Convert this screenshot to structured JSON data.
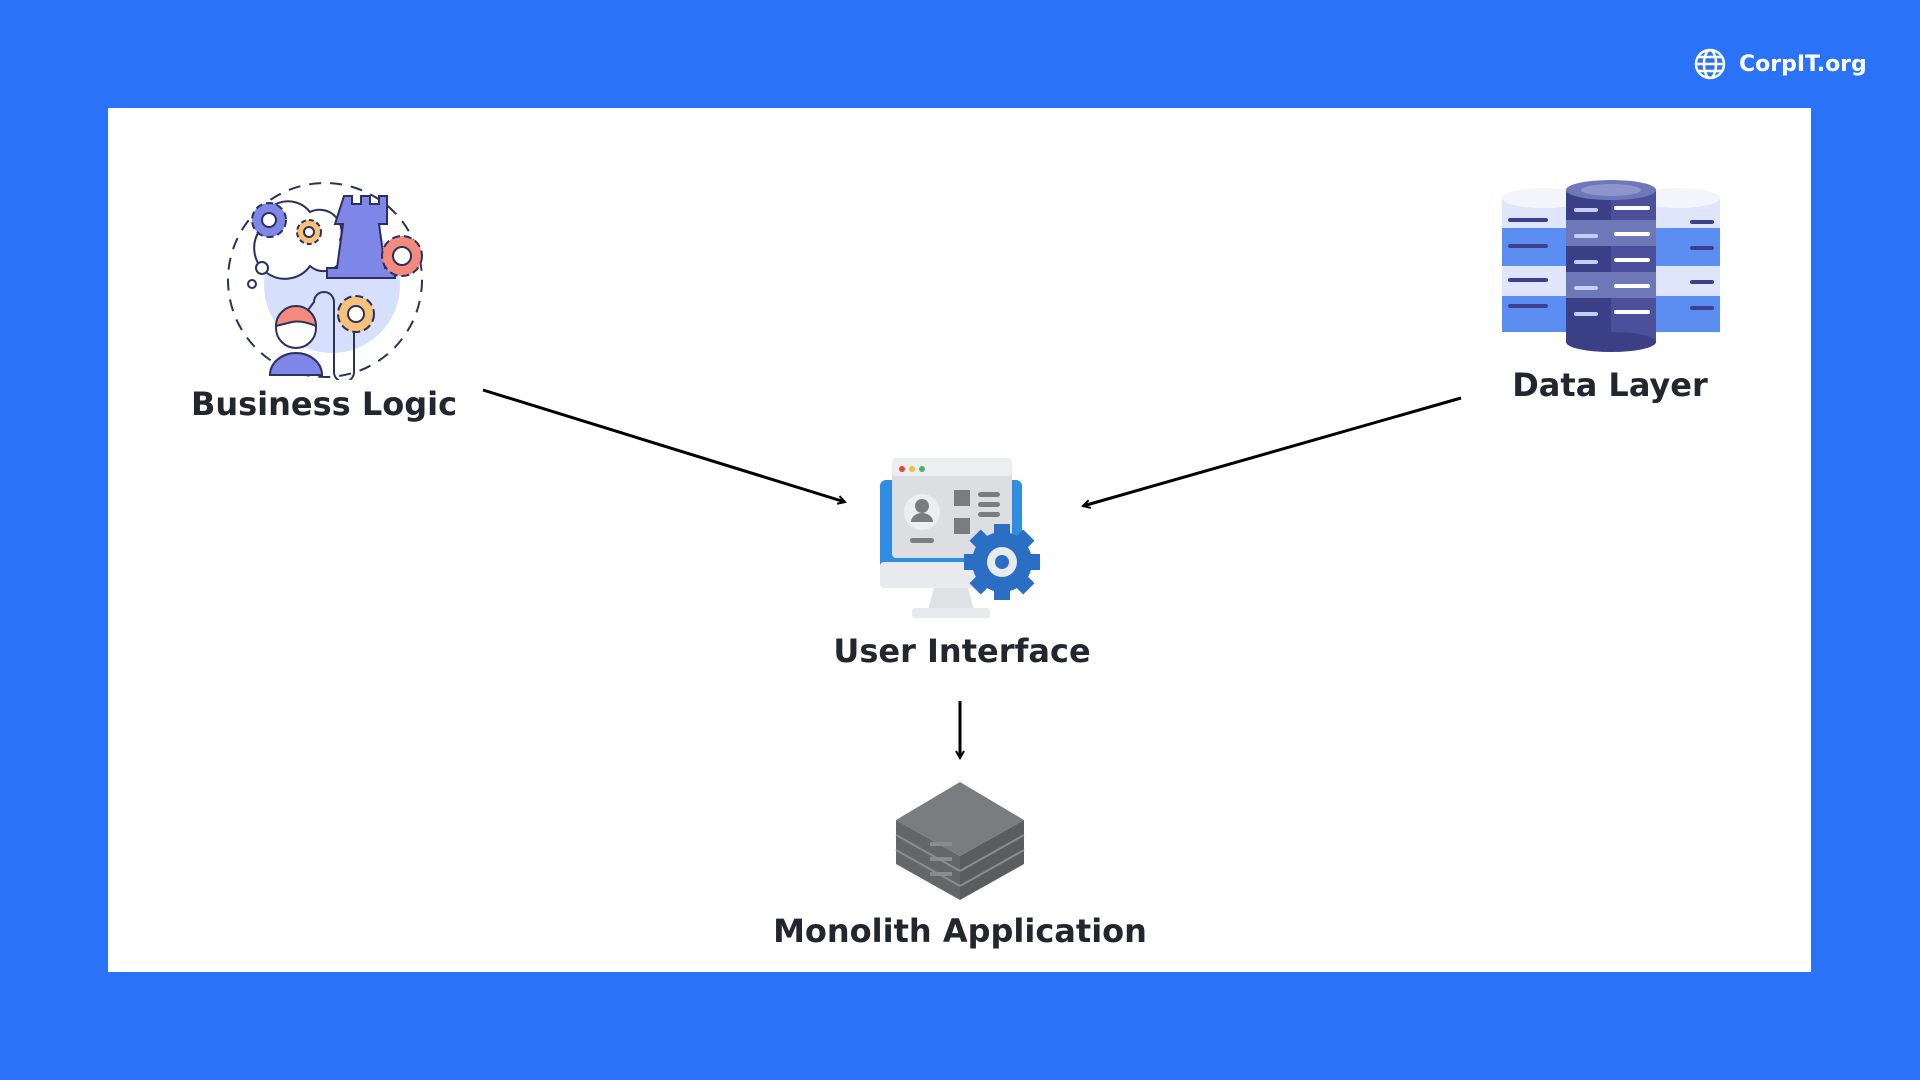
{
  "brand": {
    "icon": "globe-icon",
    "name": "CorpIT.org"
  },
  "diagram": {
    "nodes": [
      {
        "id": "business-logic",
        "label": "Business Logic",
        "icon": "strategy-gears-icon"
      },
      {
        "id": "data-layer",
        "label": "Data Layer",
        "icon": "database-stack-icon"
      },
      {
        "id": "user-interface",
        "label": "User Interface",
        "icon": "monitor-gear-icon"
      },
      {
        "id": "monolith-application",
        "label": "Monolith Application",
        "icon": "server-stack-icon"
      }
    ],
    "edges": [
      {
        "from": "business-logic",
        "to": "user-interface"
      },
      {
        "from": "data-layer",
        "to": "user-interface"
      },
      {
        "from": "user-interface",
        "to": "monolith-application"
      }
    ]
  },
  "colors": {
    "background": "#2a73f8",
    "panel": "#ffffff",
    "text": "#23262f"
  }
}
